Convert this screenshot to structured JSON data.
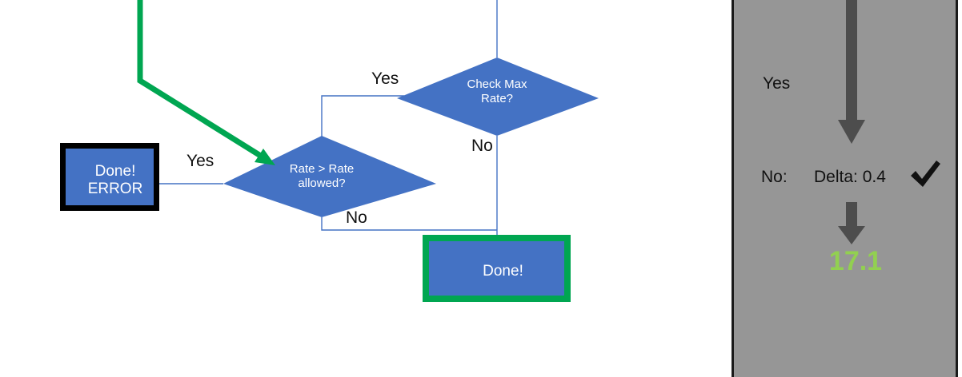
{
  "canvas": {
    "background": "#ffffff",
    "connector_color": "#4472C4",
    "node_fill": "#4472C4",
    "highlight_green": "#00A651",
    "outline_black": "#000000"
  },
  "flowchart": {
    "nodes": [
      {
        "id": "done-error",
        "type": "process",
        "label": "Done!\nERROR",
        "fill": "#4472C4",
        "border": "#000000"
      },
      {
        "id": "rate-gt-rate-allowed",
        "type": "decision",
        "label": "Rate > Rate\nallowed?",
        "fill": "#4472C4"
      },
      {
        "id": "check-max-rate",
        "type": "decision",
        "label": "Check Max\nRate?",
        "fill": "#4472C4"
      },
      {
        "id": "done",
        "type": "terminal",
        "label": "Done!",
        "fill": "#4472C4",
        "border": "#00A651"
      }
    ],
    "edge_labels": [
      {
        "id": "yes-check-max",
        "text": "Yes"
      },
      {
        "id": "no-check-max",
        "text": "No"
      },
      {
        "id": "yes-rate-allowed",
        "text": "Yes"
      },
      {
        "id": "no-rate-allowed",
        "text": "No"
      }
    ],
    "highlight_path": {
      "color": "#00A651",
      "target": "rate-gt-rate-allowed"
    }
  },
  "side_panel": {
    "background": "#969696",
    "border_color": "#1a1a1a",
    "yes_label": "Yes",
    "no_label": "No:",
    "delta_label": "Delta: 0.4",
    "check_mark": "check-mark-icon",
    "result_value": "17.1",
    "result_color": "#92D050",
    "arrow_color": "#4d4d4d"
  }
}
